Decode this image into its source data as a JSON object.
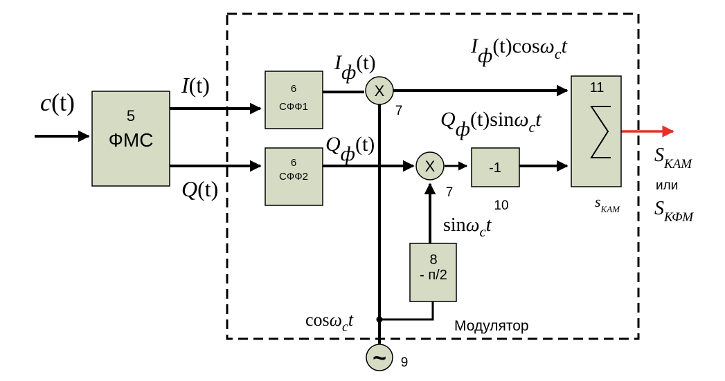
{
  "colors": {
    "block_fill": "#d6dcc4",
    "output_arrow": "#e8302a",
    "line": "#000000"
  },
  "input": {
    "c": "c",
    "t": "(t)"
  },
  "fms": {
    "number": "5",
    "label": "ФМС"
  },
  "i_signal": {
    "sym": "I",
    "arg": "(t)"
  },
  "q_signal": {
    "sym": "Q",
    "arg": "(t)"
  },
  "sff1": {
    "number": "6",
    "label": "СФФ1"
  },
  "sff2": {
    "number": "6",
    "label": "СФФ2"
  },
  "iphi": {
    "sym": "I",
    "sub": "ф",
    "arg": "(t)"
  },
  "qphi": {
    "sym": "Q",
    "sub": "ф",
    "arg": "(t)"
  },
  "mixer1": {
    "symbol": "X",
    "number": "7"
  },
  "mixer2": {
    "symbol": "X",
    "number": "7"
  },
  "iphi_cos": {
    "sym": "I",
    "sub": "ф",
    "arg": "(t)cos",
    "omega": "ω",
    "omega_sub": "c",
    "t": "t"
  },
  "qphi_sin": {
    "sym": "Q",
    "sub": "ф",
    "arg": "(t)sin",
    "omega": "ω",
    "omega_sub": "c",
    "t": "t"
  },
  "invert": {
    "label": "-1",
    "number": "10"
  },
  "summer": {
    "number": "11",
    "label_s": "s",
    "label_sub": "КАМ"
  },
  "output": {
    "s1": "S",
    "s1_sub": "КАМ",
    "or": "или",
    "s2": "S",
    "s2_sub": "КФМ"
  },
  "phase_shift": {
    "number": "8",
    "label": "- п/2"
  },
  "sin_label": {
    "fn": "sin",
    "omega": "ω",
    "omega_sub": "c",
    "t": "t"
  },
  "cos_label": {
    "fn": "cos",
    "omega": "ω",
    "omega_sub": "c",
    "t": "t"
  },
  "oscillator": {
    "symbol": "~",
    "number": "9"
  },
  "modulator": {
    "label": "Модулятор"
  }
}
